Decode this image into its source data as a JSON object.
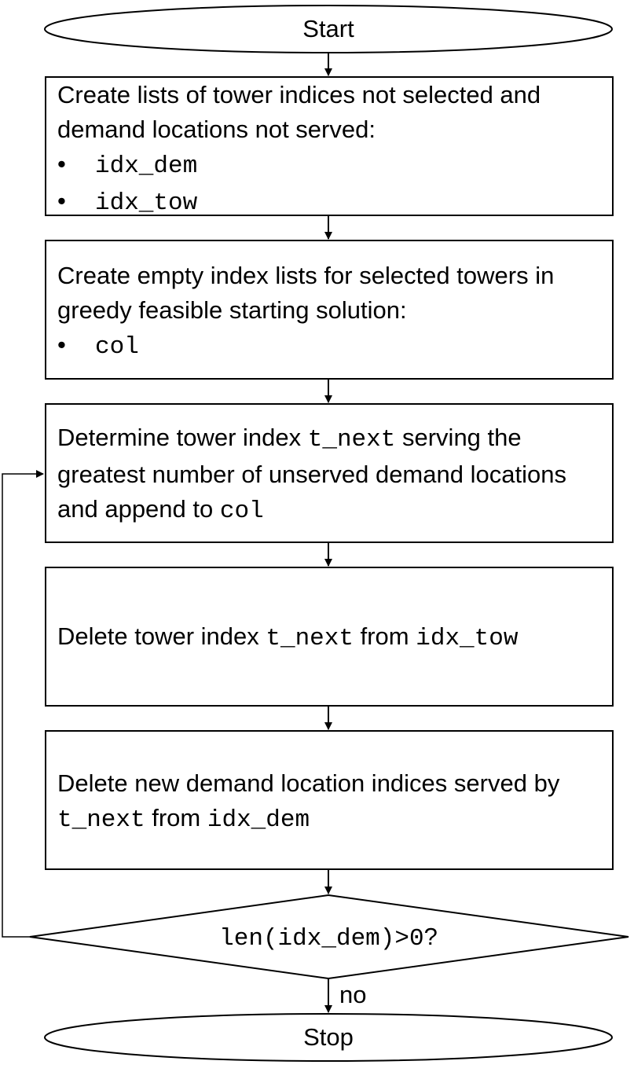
{
  "start": "Start",
  "step1": {
    "text": "Create lists of tower indices not selected and demand locations not served:",
    "bullets": [
      "idx_dem",
      "idx_tow"
    ]
  },
  "step2": {
    "text": "Create empty index lists for selected towers in greedy feasible starting solution:",
    "bullets": [
      "col"
    ]
  },
  "step3": {
    "pre": "Determine tower index ",
    "code1": "t_next",
    "mid": " serving the greatest number of unserved demand locations and append to ",
    "code2": "col"
  },
  "step4": {
    "pre": "Delete tower index ",
    "code1": "t_next",
    "mid": " from ",
    "code2": "idx_tow"
  },
  "step5": {
    "pre": "Delete new demand location indices served by ",
    "code1": "t_next",
    "mid": " from ",
    "code2": "idx_dem"
  },
  "decision": {
    "code": "len(idx_dem)>0",
    "suffix": "?"
  },
  "no_label": "no",
  "stop": "Stop"
}
